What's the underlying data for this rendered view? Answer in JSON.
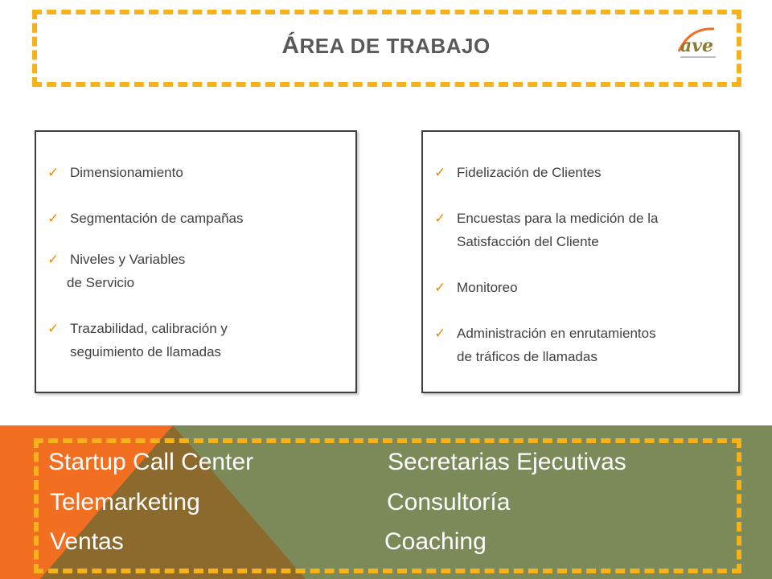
{
  "header": {
    "title_first": "Á",
    "title_rest": "REA DE TRABAJO",
    "logo_text": "ave"
  },
  "left_card": {
    "items": [
      {
        "line1": "Dimensionamiento",
        "line2": ""
      },
      {
        "line1": "Segmentación de campañas",
        "line2": ""
      },
      {
        "line1": "Niveles y Variables",
        "line2": "de Servicio"
      },
      {
        "line1": "Trazabilidad, calibración y",
        "line2": "seguimiento de llamadas"
      }
    ]
  },
  "right_card": {
    "items": [
      {
        "line1": "Fidelización de Clientes",
        "line2": ""
      },
      {
        "line1": "Encuestas para la medición de la",
        "line2": "Satisfacción del Cliente"
      },
      {
        "line1": "Monitoreo",
        "line2": ""
      },
      {
        "line1": "Administración en enrutamientos",
        "line2": "de tráficos de llamadas"
      }
    ]
  },
  "services": {
    "left": [
      "Startup Call Center",
      "Telemarketing",
      "Ventas"
    ],
    "right": [
      "Secretarias Ejecutivas",
      "Consultoría",
      "Coaching"
    ]
  },
  "colors": {
    "accent_orange": "#f26f21",
    "dash_yellow": "#f6b21a",
    "olive": "#7c8a5a",
    "brown": "#8c6a2e",
    "check": "#f08c00"
  }
}
